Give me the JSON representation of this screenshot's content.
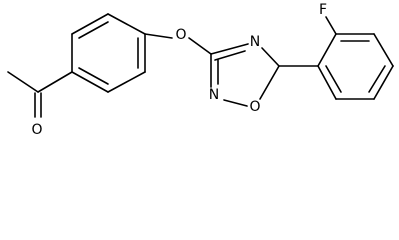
{
  "molecule": {
    "atoms": {
      "carbonyl_oxygen": "O",
      "ether_oxygen": "O",
      "ring_nitrogen_top": "N",
      "ring_nitrogen_bottom": "N",
      "ring_oxygen": "O",
      "fluorine": "F"
    }
  },
  "colors": {
    "line": "#000000",
    "background": "#ffffff"
  }
}
